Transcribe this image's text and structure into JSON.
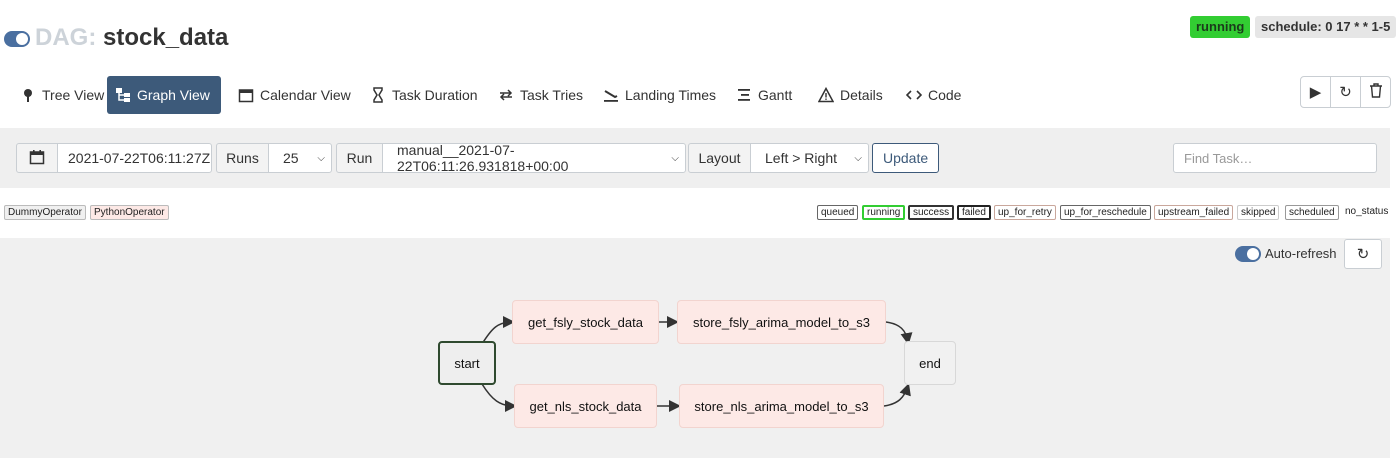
{
  "header": {
    "dag_prefix": "DAG:",
    "dag_name": "stock_data",
    "state": "running",
    "schedule": "schedule: 0 17 * * 1-5",
    "colors": {
      "running": "#32cd32",
      "accent": "#3d5a7a"
    }
  },
  "nav": {
    "items": [
      {
        "label": "Tree View",
        "icon": "tree-icon"
      },
      {
        "label": "Graph View",
        "icon": "graph-icon"
      },
      {
        "label": "Calendar View",
        "icon": "calendar-icon"
      },
      {
        "label": "Task Duration",
        "icon": "hourglass-icon"
      },
      {
        "label": "Task Tries",
        "icon": "retry-icon"
      },
      {
        "label": "Landing Times",
        "icon": "landing-icon"
      },
      {
        "label": "Gantt",
        "icon": "gantt-icon"
      },
      {
        "label": "Details",
        "icon": "warning-icon"
      },
      {
        "label": "Code",
        "icon": "code-icon"
      }
    ],
    "active": "Graph View",
    "actions": [
      "play-icon",
      "refresh-icon",
      "trash-icon"
    ]
  },
  "filters": {
    "date": "2021-07-22T06:11:27Z",
    "runs_label": "Runs",
    "runs_value": "25",
    "run_label": "Run",
    "run_value": "manual__2021-07-22T06:11:26.931818+00:00",
    "layout_label": "Layout",
    "layout_value": "Left > Right",
    "update_label": "Update",
    "find_placeholder": "Find Task…"
  },
  "operators": [
    "DummyOperator",
    "PythonOperator"
  ],
  "statuses": [
    "queued",
    "running",
    "success",
    "failed",
    "up_for_retry",
    "up_for_reschedule",
    "upstream_failed",
    "skipped",
    "scheduled",
    "no_status"
  ],
  "graph": {
    "autorefresh_label": "Auto-refresh",
    "nodes": {
      "start": "start",
      "get_fsly": "get_fsly_stock_data",
      "store_fsly": "store_fsly_arima_model_to_s3",
      "get_nls": "get_nls_stock_data",
      "store_nls": "store_nls_arima_model_to_s3",
      "end": "end"
    }
  }
}
